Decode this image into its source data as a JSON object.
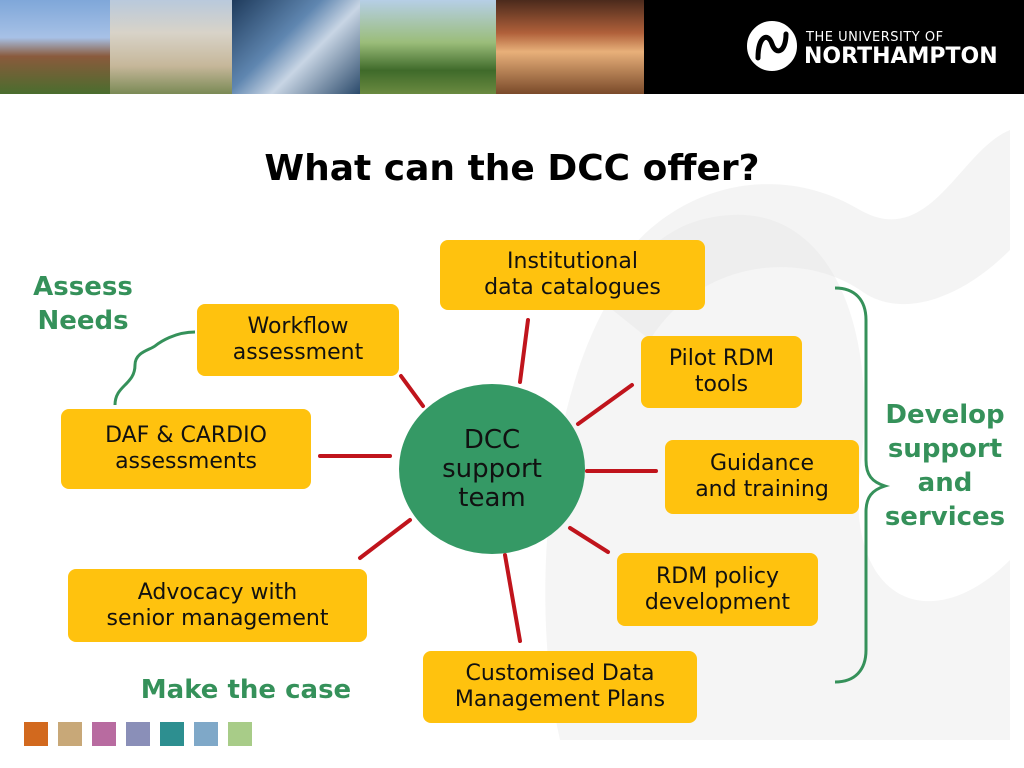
{
  "header": {
    "logo_line1": "THE UNIVERSITY OF",
    "logo_line2": "NORTHAMPTON"
  },
  "slide": {
    "title": "What can the DCC offer?",
    "hub_label": "DCC\nsupport\nteam",
    "labels": {
      "assess": "Assess\nNeeds",
      "develop": "Develop\nsupport\nand\nservices",
      "make_case": "Make the case"
    },
    "boxes": {
      "catalogues": "Institutional\ndata catalogues",
      "workflow": "Workflow\nassessment",
      "pilot": "Pilot RDM\ntools",
      "daf": "DAF & CARDIO\nassessments",
      "guidance": "Guidance\nand training",
      "advocacy": "Advocacy with\nsenior management",
      "policy": "RDM policy\ndevelopment",
      "dmp": "Customised Data\nManagement Plans"
    }
  },
  "colors": {
    "box_fill": "#ffc20e",
    "hub_fill": "#359965",
    "connector": "#c0141c",
    "label_green": "#35915a",
    "footer_squares": [
      "#d2691e",
      "#c8a878",
      "#b86ba0",
      "#8a8fb8",
      "#2d8f90",
      "#7fa8c8",
      "#a8cc88"
    ]
  }
}
